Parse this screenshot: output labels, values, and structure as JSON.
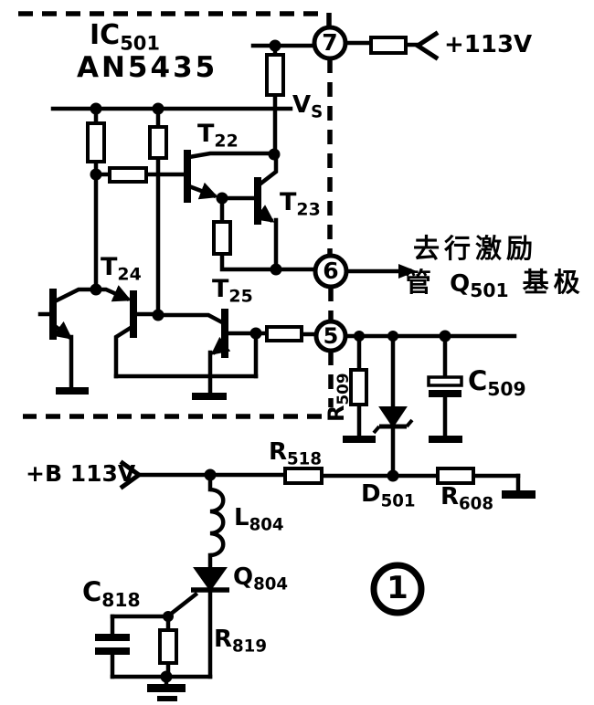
{
  "schematic": {
    "ic": {
      "ref_main": "IC",
      "ref_sub": "501",
      "part": "AN5435"
    },
    "pins": {
      "p7": "7",
      "p6": "6",
      "p5": "5"
    },
    "supplies": {
      "right": "+113V",
      "left": "+B 113V"
    },
    "bus": {
      "main": "V",
      "sub": "S"
    },
    "transistors": {
      "t22": {
        "main": "T",
        "sub": "22"
      },
      "t23": {
        "main": "T",
        "sub": "23"
      },
      "t24": {
        "main": "T",
        "sub": "24"
      },
      "t25": {
        "main": "T",
        "sub": "25"
      }
    },
    "components": {
      "r509": {
        "main": "R",
        "sub": "509"
      },
      "c509": {
        "main": "C",
        "sub": "509"
      },
      "d501": {
        "main": "D",
        "sub": "501"
      },
      "r518": {
        "main": "R",
        "sub": "518"
      },
      "r608": {
        "main": "R",
        "sub": "608"
      },
      "l804": {
        "main": "L",
        "sub": "804"
      },
      "q804": {
        "main": "Q",
        "sub": "804"
      },
      "c818": {
        "main": "C",
        "sub": "818"
      },
      "r819": {
        "main": "R",
        "sub": "819"
      }
    },
    "note": {
      "line1": "去行激励",
      "line2_prefix": "管 ",
      "q_main": "Q",
      "q_sub": "501",
      "line2_suffix": " 基极"
    },
    "figure_label": "1",
    "colors": {
      "ink": "#000000",
      "paper": "#ffffff"
    }
  }
}
